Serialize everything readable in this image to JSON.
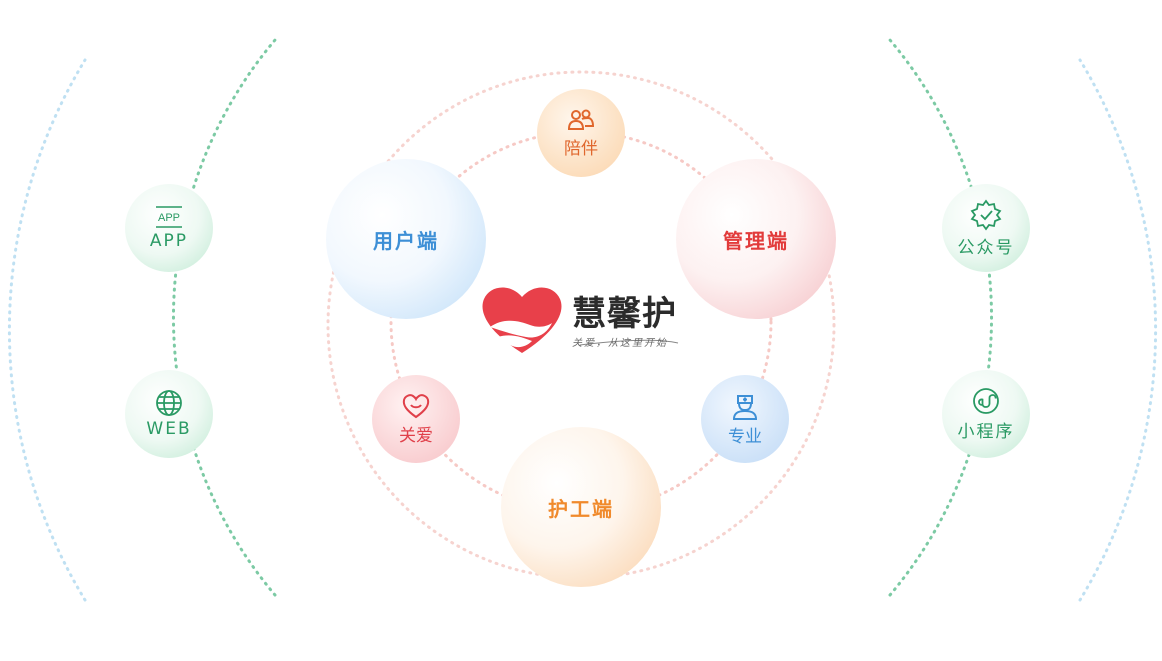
{
  "center": {
    "brand": "慧馨护",
    "slogan": "关爱，从这里开始"
  },
  "terminals": {
    "user": "用户端",
    "admin": "管理端",
    "caregiver": "护工端"
  },
  "features": {
    "accompany": "陪伴",
    "care": "关爱",
    "professional": "专业"
  },
  "platforms": {
    "app": {
      "label": "APP",
      "icon_text": "APP",
      "icon": "app-icon"
    },
    "web": {
      "label": "WEB",
      "icon": "globe-icon"
    },
    "official_account": {
      "label": "公众号",
      "icon": "verified-badge-icon"
    },
    "mini_program": {
      "label": "小程序",
      "icon": "mini-program-icon"
    }
  },
  "colors": {
    "green": "#2a9a64",
    "blue": "#3d8fd6",
    "red": "#e23b3b",
    "orange": "#f08a2c",
    "brand_red": "#e8404a"
  }
}
